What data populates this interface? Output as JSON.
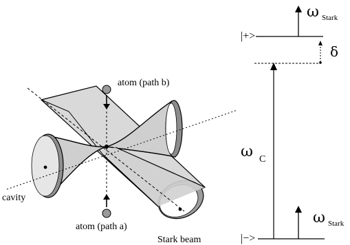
{
  "labels": {
    "atom_path_b": "atom (path b)",
    "atom_path_a": "atom (path a)",
    "cavity": "cavity",
    "stark_beam": "Stark beam"
  },
  "energy_levels": {
    "upper_state": "|+>",
    "lower_state": "|−>",
    "cavity_frequency_symbol": "ω",
    "cavity_frequency_subscript": "C",
    "detuning": "δ",
    "stark_symbol": "ω",
    "stark_subscript": "Stark"
  },
  "colors": {
    "line": "#000000",
    "shade_light": "#d6d6d6",
    "shade_mid": "#a8a8a8",
    "shade_dark": "#7a7a7a",
    "atom_fill": "#9a9a9a"
  }
}
